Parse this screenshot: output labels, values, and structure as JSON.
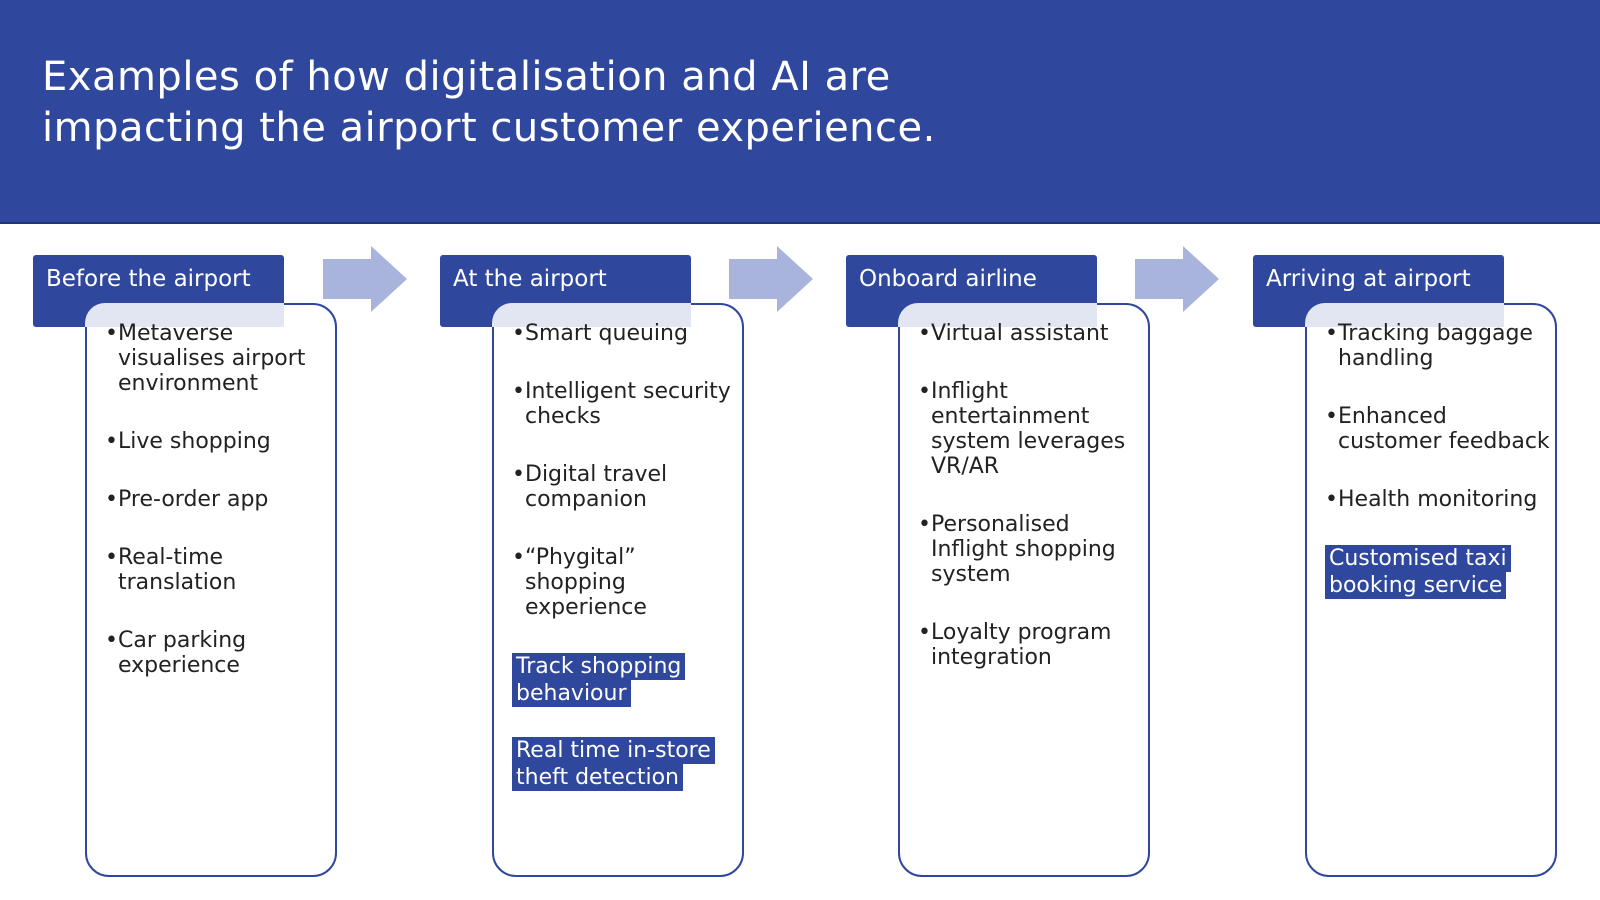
{
  "title": {
    "line1": "Examples of how digitalisation and AI are",
    "line2": "impacting the airport customer experience."
  },
  "colors": {
    "primary": "#2f479c",
    "arrow": "#a8b4dc",
    "header_fade": "#e2e6f3"
  },
  "stages": [
    {
      "title": "Before the airport",
      "items": [
        "Metaverse visualises airport environment",
        "Live shopping",
        "Pre-order app",
        "Real-time translation",
        "Car parking experience"
      ],
      "highlighted": []
    },
    {
      "title": "At the airport",
      "items": [
        "Smart queuing",
        "Intelligent security checks",
        "Digital travel companion",
        "“Phygital” shopping experience"
      ],
      "highlighted": [
        "Track shopping behaviour",
        "Real time in-store theft detection"
      ]
    },
    {
      "title": "Onboard airline",
      "items": [
        "Virtual assistant",
        "Inflight entertainment system leverages VR/AR",
        "Personalised Inflight shopping system",
        "Loyalty program integration"
      ],
      "highlighted": []
    },
    {
      "title": "Arriving at airport",
      "items": [
        "Tracking baggage handling",
        "Enhanced customer feedback",
        "Health monitoring"
      ],
      "highlighted": [
        "Customised taxi booking service"
      ]
    }
  ],
  "arrow_icon": "right-arrow-icon",
  "bullet_char": "•"
}
